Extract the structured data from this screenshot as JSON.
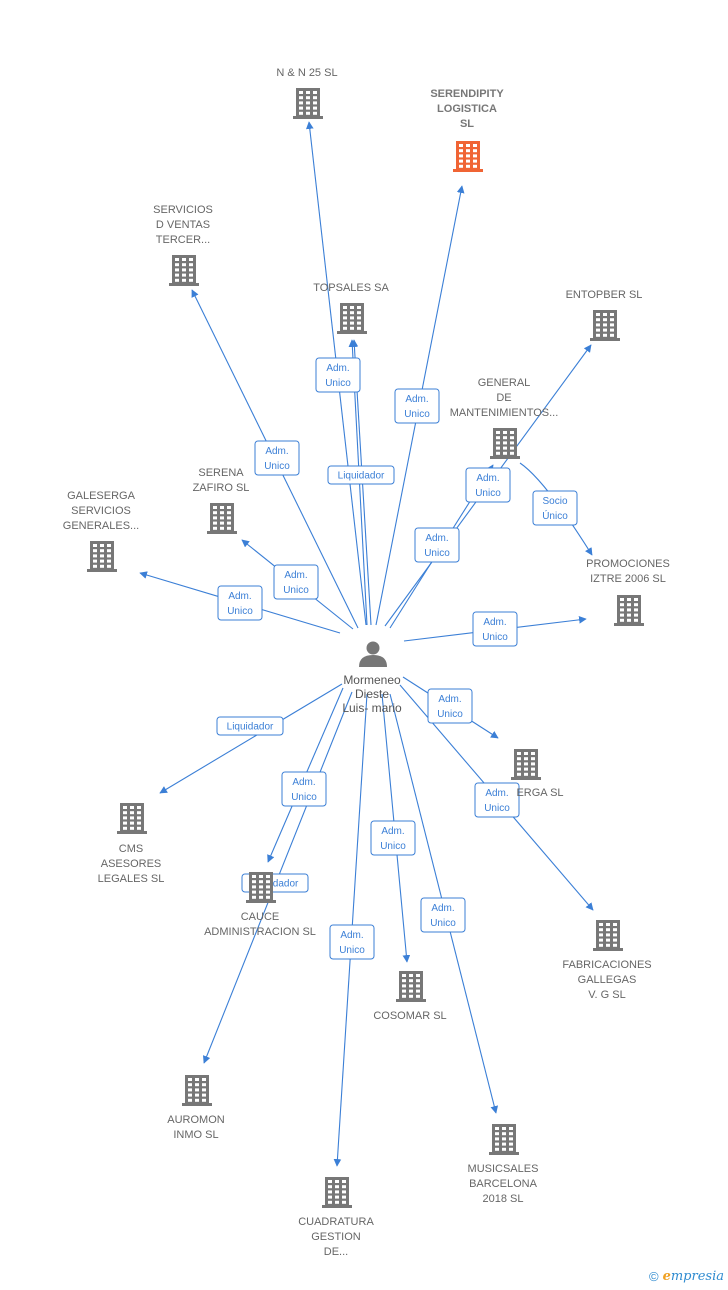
{
  "colors": {
    "edge": "#3b7fd6",
    "node": "#777777",
    "highlight": "#f06434",
    "person": "#777777"
  },
  "center": {
    "lines": [
      "Mormeneo",
      "Dieste",
      "Luis- mario"
    ],
    "icon": "person-icon"
  },
  "nodes": [
    {
      "id": "nn25",
      "lines": [
        "N & N 25  SL"
      ],
      "highlight": false
    },
    {
      "id": "serendipity",
      "lines": [
        "SERENDIPITY",
        "LOGISTICA",
        "SL"
      ],
      "highlight": true
    },
    {
      "id": "servicios",
      "lines": [
        "SERVICIOS",
        "D VENTAS",
        "TERCER..."
      ],
      "highlight": false
    },
    {
      "id": "topsales",
      "lines": [
        "TOPSALES SA"
      ],
      "highlight": false
    },
    {
      "id": "entopber",
      "lines": [
        "ENTOPBER  SL"
      ],
      "highlight": false
    },
    {
      "id": "general",
      "lines": [
        "GENERAL",
        "DE",
        "MANTENIMIENTOS..."
      ],
      "highlight": false
    },
    {
      "id": "serena",
      "lines": [
        "SERENA",
        "ZAFIRO  SL"
      ],
      "highlight": false
    },
    {
      "id": "galeserga",
      "lines": [
        "GALESERGA",
        "SERVICIOS",
        "GENERALES..."
      ],
      "highlight": false
    },
    {
      "id": "promociones",
      "lines": [
        "PROMOCIONES",
        "IZTRE 2006 SL"
      ],
      "highlight": false
    },
    {
      "id": "erga",
      "lines": [
        "ERGA SL"
      ],
      "highlight": false
    },
    {
      "id": "cms",
      "lines": [
        "CMS",
        "ASESORES",
        "LEGALES SL"
      ],
      "highlight": false
    },
    {
      "id": "cauce",
      "lines": [
        "CAUCE",
        "ADMINISTRACION SL"
      ],
      "highlight": false
    },
    {
      "id": "fabricaciones",
      "lines": [
        "FABRICACIONES",
        "GALLEGAS",
        "V.  G SL"
      ],
      "highlight": false
    },
    {
      "id": "cosomar",
      "lines": [
        "COSOMAR SL"
      ],
      "highlight": false
    },
    {
      "id": "auromon",
      "lines": [
        "AUROMON",
        "INMO  SL"
      ],
      "highlight": false
    },
    {
      "id": "musicsales",
      "lines": [
        "MUSICSALES",
        "BARCELONA",
        "2018  SL"
      ],
      "highlight": false
    },
    {
      "id": "cuadratura",
      "lines": [
        "CUADRATURA",
        "GESTION",
        "DE..."
      ],
      "highlight": false
    }
  ],
  "edges": [
    {
      "to": "nn25",
      "label": [
        "Adm.",
        "Unico"
      ]
    },
    {
      "to": "topsales",
      "label": [
        "Liquidador"
      ]
    },
    {
      "to": "serendipity",
      "label": [
        "Adm.",
        "Unico"
      ]
    },
    {
      "to": "servicios",
      "label": [
        "Adm.",
        "Unico"
      ]
    },
    {
      "to": "entopber",
      "label": [
        "Adm.",
        "Unico"
      ]
    },
    {
      "to": "general",
      "label": [
        "Adm.",
        "Unico"
      ]
    },
    {
      "to": "serena",
      "label": [
        "Adm.",
        "Unico"
      ]
    },
    {
      "to": "galeserga",
      "label": [
        "Adm.",
        "Unico"
      ]
    },
    {
      "to": "promociones",
      "label": [
        "Adm.",
        "Unico"
      ]
    },
    {
      "to": "erga",
      "label": [
        "Adm.",
        "Unico"
      ]
    },
    {
      "to": "cms",
      "label": [
        "Liquidador"
      ]
    },
    {
      "to": "cauce",
      "label": [
        "Adm.",
        "Unico"
      ]
    },
    {
      "to": "auromon",
      "label": [
        "Liquidador"
      ]
    },
    {
      "to": "fabricaciones",
      "label": [
        "Adm.",
        "Unico"
      ]
    },
    {
      "to": "cosomar",
      "label": [
        "Adm.",
        "Unico"
      ]
    },
    {
      "to": "musicsales",
      "label": [
        "Adm.",
        "Unico"
      ]
    },
    {
      "to": "cuadratura",
      "label": [
        "Adm.",
        "Unico"
      ]
    },
    {
      "from": "general",
      "to": "promociones",
      "label": [
        "Socio",
        "Único"
      ]
    },
    {
      "to": "topsales",
      "label": [
        "Adm.",
        "Unico"
      ]
    }
  ],
  "footer": {
    "copyright": "©",
    "brand_initial": "e",
    "brand_rest": "mpresia"
  }
}
